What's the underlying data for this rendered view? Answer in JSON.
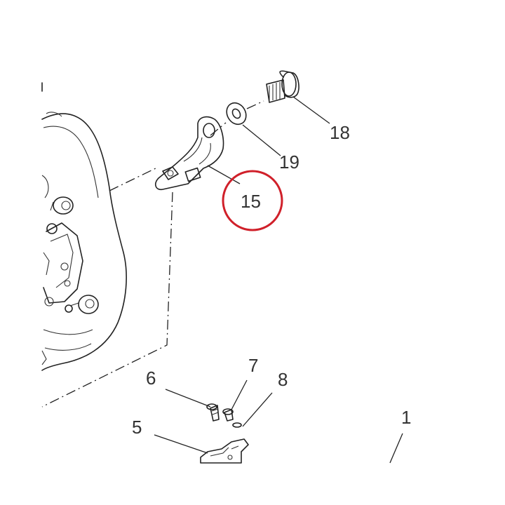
{
  "diagram": {
    "callouts": [
      {
        "id": "18",
        "label": "18"
      },
      {
        "id": "19",
        "label": "19"
      },
      {
        "id": "15",
        "label": "15"
      },
      {
        "id": "6",
        "label": "6"
      },
      {
        "id": "7",
        "label": "7"
      },
      {
        "id": "8",
        "label": "8"
      },
      {
        "id": "5",
        "label": "5"
      },
      {
        "id": "1",
        "label": "1"
      }
    ],
    "highlight": {
      "callout": "15",
      "color": "#d0202a"
    },
    "line_color": "#222222"
  }
}
